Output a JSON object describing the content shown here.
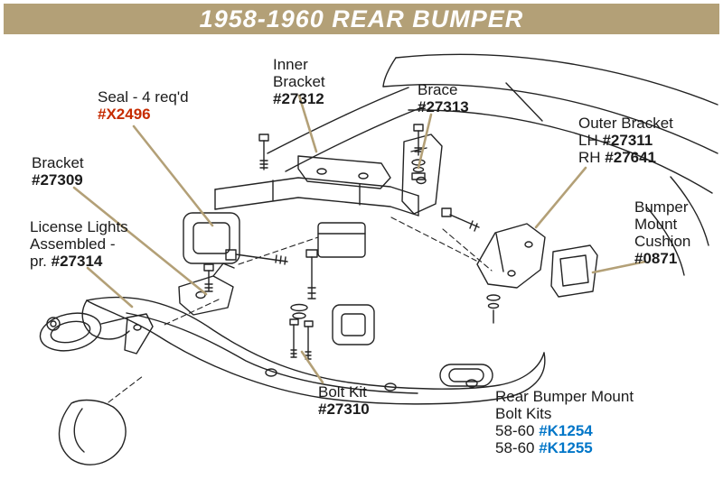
{
  "header": {
    "title": "1958-1960 REAR BUMPER"
  },
  "colors": {
    "banner_tan": "#b3a077",
    "leader_tan": "#b3a077",
    "highlight_red": "#c62b00",
    "highlight_blue": "#0076c8",
    "ink": "#1b1b1b",
    "background": "#ffffff"
  },
  "labels": {
    "seal": {
      "name": "Seal - 4 req'd",
      "part": "#X2496"
    },
    "inner_bracket": {
      "line1": "Inner",
      "line2": "Bracket",
      "part": "#27312"
    },
    "brace": {
      "name": "Brace",
      "part": "#27313"
    },
    "outer_bracket": {
      "name": "Outer Bracket",
      "lh_prefix": "LH ",
      "lh_part": "#27311",
      "rh_prefix": "RH ",
      "rh_part": "#27641"
    },
    "bracket": {
      "name": "Bracket",
      "part": "#27309"
    },
    "license_lights": {
      "line1": "License Lights",
      "line2": "Assembled -",
      "line3_prefix": "pr. ",
      "part": "#27314"
    },
    "bumper_mount_cushion": {
      "line1": "Bumper",
      "line2": "Mount",
      "line3": "Cushion",
      "part": "#0871"
    },
    "bolt_kit": {
      "name": "Bolt Kit",
      "part": "#27310"
    },
    "rear_bumper_mount_bolt_kits": {
      "line1": "Rear Bumper Mount",
      "line2": "Bolt Kits",
      "row1_prefix": "58-60 ",
      "row1_part": "#K1254",
      "row2_prefix": "58-60 ",
      "row2_part": "#K1255"
    }
  }
}
